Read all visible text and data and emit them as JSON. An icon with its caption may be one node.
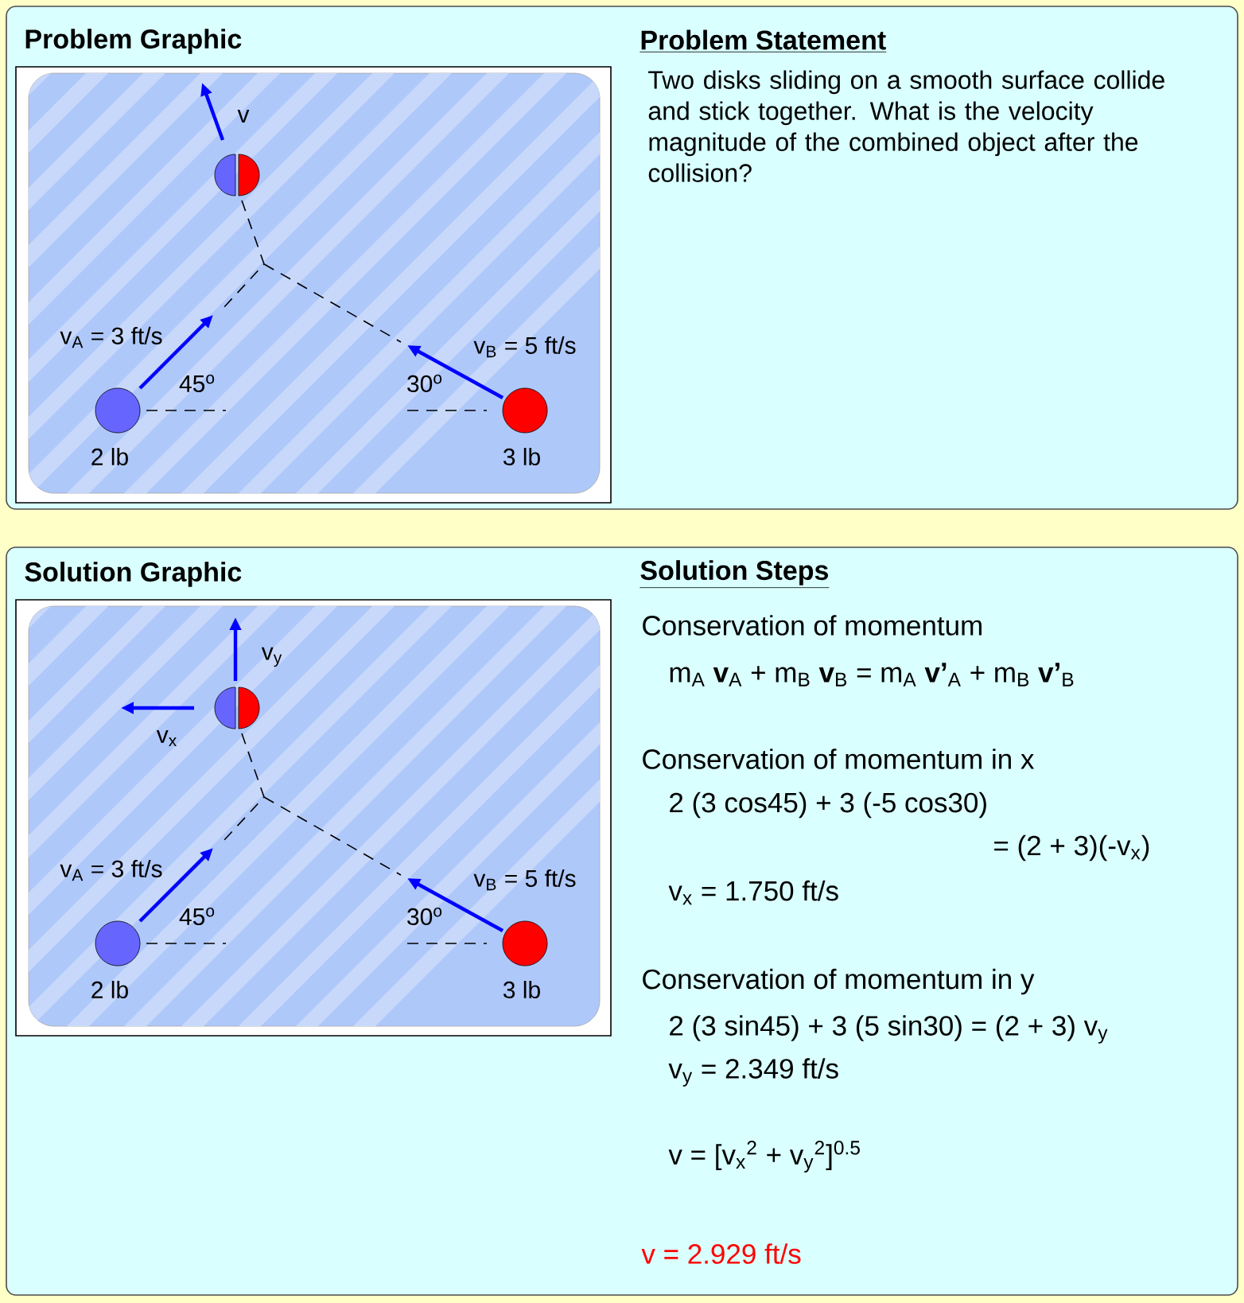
{
  "diagram": {
    "nodes": [
      {
        "text": [
          "Problem Graphic",
          "Problem Statement",
          "Two disks sliding on a smooth surface collide and stick together. What is the velocity magnitude of the combined object after the collision?"
        ]
      },
      {
        "text": [],
        "shape": "box",
        "in": 0
      },
      {
        "text": [
          "Solution Graphic",
          "Solution Steps"
        ]
      },
      {
        "text": [],
        "shape": "box",
        "in": 2
      }
    ],
    "labels": [
      "v",
      "v$_{A}$ = 3 ft/s",
      "45$^{o}$",
      "v$_{B}$ = 5 ft/s",
      "30$^{o}$",
      "2 lb",
      "3 lb",
      "v$_{y}$",
      "v$_{x}$",
      "v$_{A}$ = 3 ft/s",
      "45$^{o}$",
      "v$_{B}$ = 5 ft/s",
      "30$^{o}$",
      "2 lb",
      "3 lb",
      "Conservation of momentum",
      "m$_{A}$ **v**$_{A}$ + m$_{B}$ **v**$_{B}$ = m$_{A}$ **v’**$_{A}$ + m$_{B}$ **v’**$_{B}$",
      "Conservation of momentum in x",
      "2 (3 cos45) + 3 (-5 cos30)",
      "= (2 + 3)(-v$_{x}$)",
      "v$_{x}$ = 1.750 ft/s",
      "Conservation of momentum in y",
      "2 (3 sin45) + 3 (5 sin30) = (2 + 3) v$_{y}$",
      "v$_{y}$ = 2.349 ft/s",
      "v = [v$_{x}$$^{2}$ + v$_{y}$$^{2}$]$^{0.5}$",
      "v = 2.929 ft/s"
    ]
  }
}
